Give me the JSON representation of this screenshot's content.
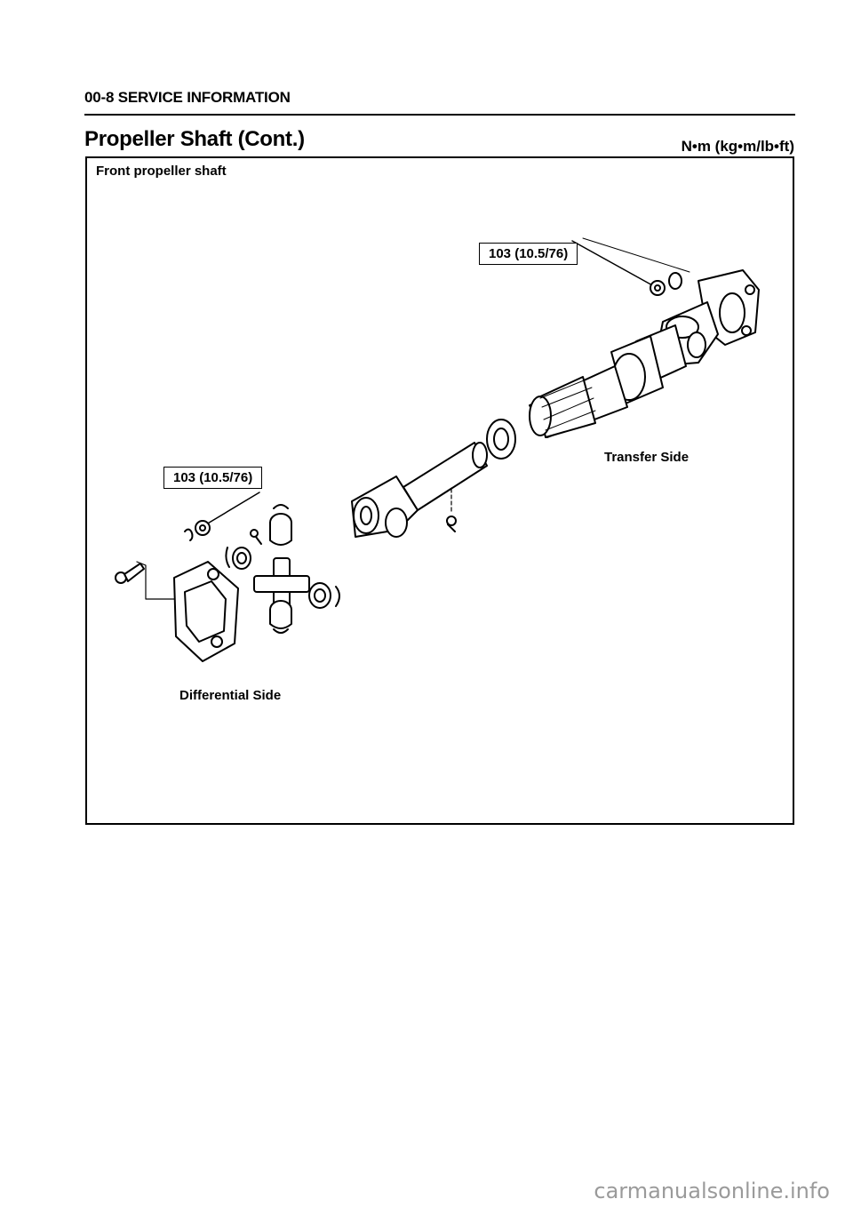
{
  "page": {
    "section_header": "00-8 SERVICE INFORMATION",
    "title": "Propeller Shaft (Cont.)",
    "units": "N•m (kg•m/lb•ft)"
  },
  "figure": {
    "caption": "Front propeller shaft",
    "torque_top": "103 (10.5/76)",
    "torque_left": "103 (10.5/76)",
    "transfer_label": "Transfer Side",
    "differential_label": "Differential Side"
  },
  "footer": {
    "watermark": "carmanualsonline.info"
  }
}
